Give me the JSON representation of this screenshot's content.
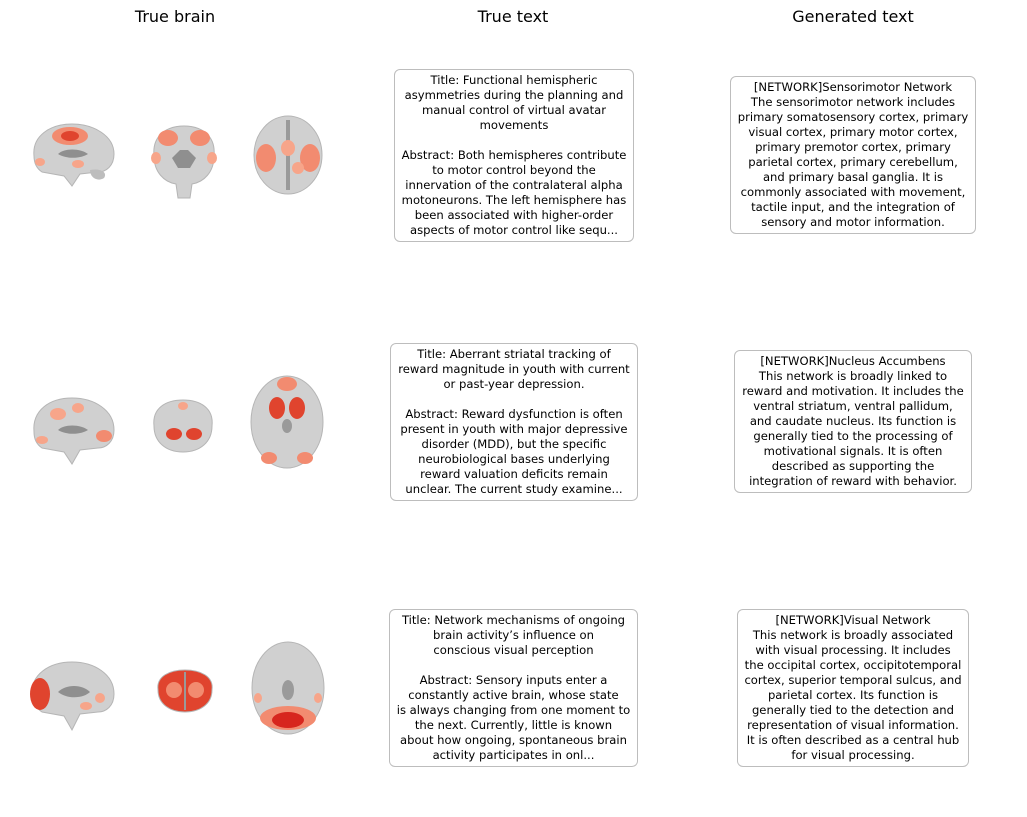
{
  "headers": {
    "brain": "True brain",
    "true_text": "True text",
    "generated": "Generated text"
  },
  "rows": [
    {
      "true_title_lines": [
        "Title: Functional hemispheric",
        "asymmetries during the planning and",
        "manual control of virtual avatar",
        "movements"
      ],
      "true_abstract_lines": [
        "Abstract: Both hemispheres contribute",
        "to motor control beyond the",
        "innervation of the contralateral alpha",
        "motoneurons. The left hemisphere has",
        "been associated with higher-order",
        "aspects of motor control like sequ..."
      ],
      "generated_lines": [
        "[NETWORK]Sensorimotor Network",
        "The sensorimotor network includes",
        "primary somatosensory cortex, primary",
        "visual cortex, primary motor cortex,",
        "primary premotor cortex, primary",
        "parietal cortex, primary cerebellum,",
        "and primary basal ganglia. It is",
        "commonly associated with movement,",
        "tactile input, and the integration of",
        "sensory and motor information."
      ]
    },
    {
      "true_title_lines": [
        "Title: Aberrant striatal tracking of",
        "reward magnitude in youth with current",
        "or past-year depression."
      ],
      "true_abstract_lines": [
        "Abstract: Reward dysfunction is often",
        "present in youth with major depressive",
        "disorder (MDD), but the specific",
        "neurobiological bases underlying",
        "reward valuation deficits remain",
        "unclear. The current study examine..."
      ],
      "generated_lines": [
        "[NETWORK]Nucleus Accumbens",
        "This network is broadly linked to",
        "reward and motivation. It includes the",
        "ventral striatum, ventral pallidum,",
        "and caudate nucleus. Its function is",
        "generally tied to the processing of",
        "motivational signals. It is often",
        "described as supporting the",
        "integration of reward with behavior."
      ]
    },
    {
      "true_title_lines": [
        "Title: Network mechanisms of ongoing",
        "brain activity’s influence on",
        "conscious visual perception"
      ],
      "true_abstract_lines": [
        "Abstract: Sensory inputs enter a",
        "constantly active brain, whose state",
        "is always changing from one moment to",
        "the next. Currently, little is known",
        "about how ongoing, spontaneous brain",
        "activity participates in onl..."
      ],
      "generated_lines": [
        "[NETWORK]Visual Network",
        "This network is broadly associated",
        "with visual processing. It includes",
        "the occipital cortex, occipitotemporal",
        "cortex, superior temporal sulcus, and",
        "parietal cortex. Its function is",
        "generally tied to the detection and",
        "representation of visual information.",
        "It is often described as a central hub",
        "for visual processing."
      ]
    }
  ],
  "colors": {
    "box_border": "#bdbdbd",
    "brain_fill": "#cfcfcf",
    "brain_dark": "#9a9a9a",
    "activation_light": "#f7a58a",
    "activation_dark": "#d7261e"
  }
}
